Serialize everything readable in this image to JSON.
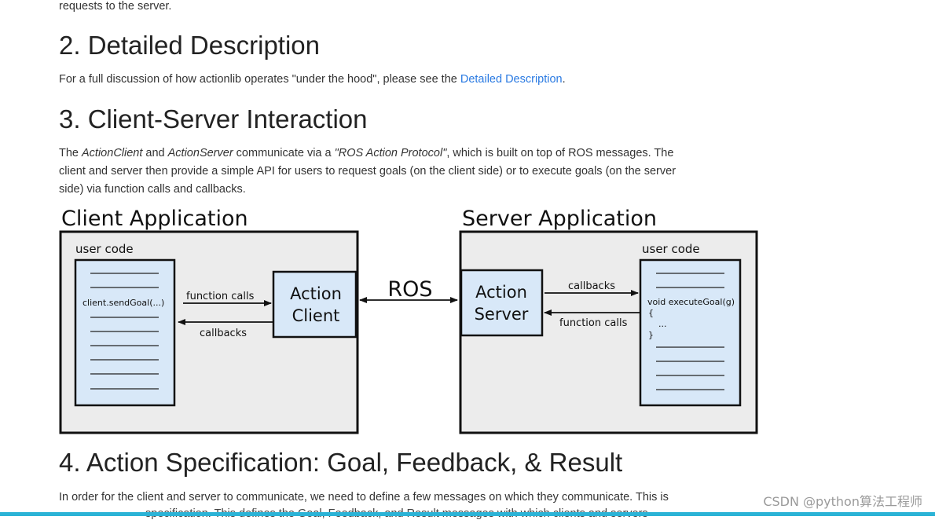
{
  "top_fragment": "requests to the server.",
  "section2": {
    "heading": "2. Detailed Description",
    "text_before": "For a full discussion of how actionlib operates \"under the hood\", please see the ",
    "link": "Detailed Description",
    "text_after": "."
  },
  "section3": {
    "heading": "3. Client-Server Interaction",
    "p_the": "The ",
    "p_action_client": "ActionClient",
    "p_and": " and ",
    "p_action_server": "ActionServer",
    "p_mid": " communicate via a ",
    "p_protocol": "\"ROS Action Protocol\"",
    "p_line1_end": ", which is built on top of ROS messages. The",
    "p_line2": "client and server then provide a simple API for users to request goals (on the client side) or to execute goals (on the server",
    "p_line3": "side) via function calls and callbacks."
  },
  "diagram": {
    "client_title": "Client Application",
    "server_title": "Server Application",
    "client_user_code": "user code",
    "server_user_code": "user code",
    "send_goal": "client.sendGoal(...)",
    "client_function_calls": "function calls",
    "client_callbacks": "callbacks",
    "action_client_line1": "Action",
    "action_client_line2": "Client",
    "ros": "ROS",
    "action_server_line1": "Action",
    "action_server_line2": "Server",
    "server_callbacks": "callbacks",
    "server_function_calls": "function calls",
    "execute_goal": "void executeGoal(g)",
    "brace_open": "{",
    "ellipsis": "...",
    "brace_close": "}"
  },
  "section4": {
    "heading": "4. Action Specification: Goal, Feedback, & Result",
    "p_line1": "In order for the client and server to communicate, we need to define a few messages on which they communicate. This is",
    "p_line2_cut": "specification. This defines the Goal, Feedback, and Result messages with which clients and servers"
  },
  "watermark": "CSDN @python算法工程师"
}
